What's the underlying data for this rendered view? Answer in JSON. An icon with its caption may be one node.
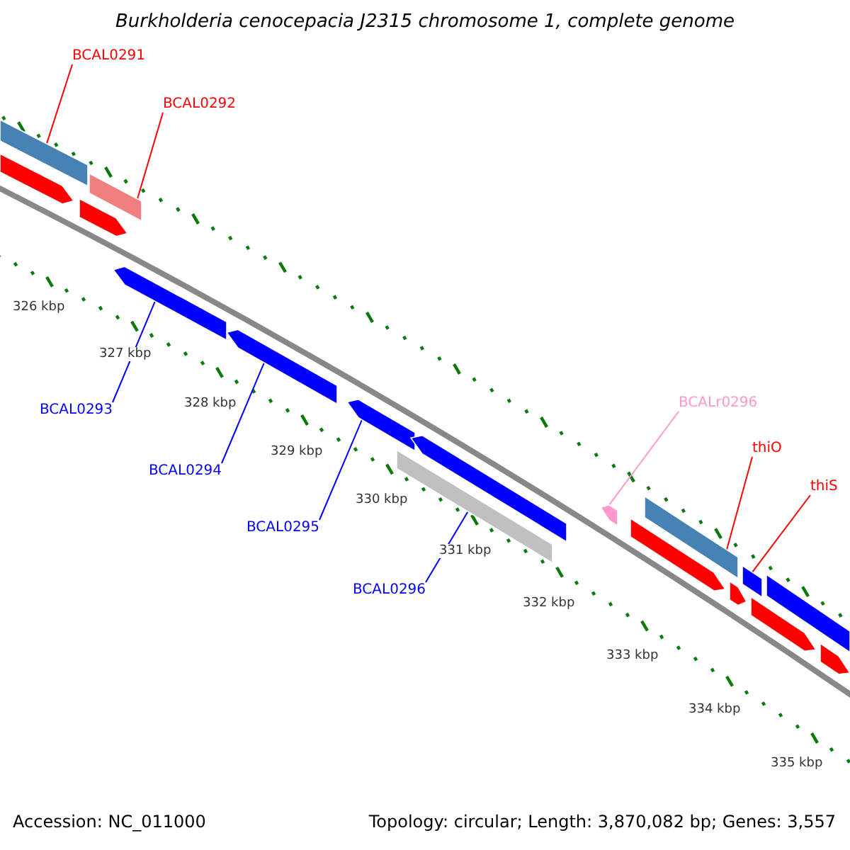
{
  "diagram": {
    "title": "Burkholderia cenocepacia J2315 chromosome 1, complete genome",
    "nodes": [
      {
        "text": [
          "BCAL0291"
        ]
      },
      {
        "text": [
          "BCAL0292"
        ]
      },
      {
        "text": [],
        "shape": "bar"
      },
      {
        "text": [],
        "shape": "bar"
      },
      {
        "text": [],
        "shape": "arrow"
      },
      {
        "text": [],
        "shape": "arrow"
      },
      {
        "text": [],
        "shape": "arrow"
      },
      {
        "text": [],
        "shape": "arrow"
      },
      {
        "text": [
          "BCAL0293"
        ]
      },
      {
        "text": [],
        "shape": "arrow"
      },
      {
        "text": [
          "BCAL0294"
        ]
      },
      {
        "text": [],
        "shape": "arrow"
      },
      {
        "text": [],
        "shape": "bar"
      },
      {
        "text": [
          "BCAL0295"
        ]
      },
      {
        "text": [
          "BCAL0296"
        ]
      },
      {
        "text": [
          "BCALr0296"
        ]
      },
      {
        "text": [],
        "shape": "arrow"
      },
      {
        "text": [
          "thiO"
        ]
      },
      {
        "text": [
          "thiS"
        ]
      },
      {
        "text": [],
        "shape": "bar"
      },
      {
        "text": [],
        "shape": "bar"
      },
      {
        "text": [],
        "shape": "bar"
      },
      {
        "text": [],
        "shape": "arrow"
      },
      {
        "text": [],
        "shape": "arrow"
      },
      {
        "text": [],
        "shape": "arrow"
      },
      {
        "text": [],
        "shape": "arrow"
      }
    ],
    "edges": [
      {
        "from": 0,
        "to": 2,
        "arrow": "none",
        "color": "#ff0000"
      },
      {
        "from": 1,
        "to": 3,
        "arrow": "none",
        "color": "#ff0000"
      },
      {
        "from": 8,
        "to": 6,
        "arrow": "none",
        "color": "#0000ff"
      },
      {
        "from": 10,
        "to": 7,
        "arrow": "none",
        "color": "#0000ff"
      },
      {
        "from": 13,
        "to": 9,
        "arrow": "none",
        "color": "#0000ff"
      },
      {
        "from": 14,
        "to": 12,
        "arrow": "none",
        "color": "#0000ff"
      },
      {
        "from": 15,
        "to": 16,
        "arrow": "none",
        "color": "#ff99cc"
      },
      {
        "from": 17,
        "to": 19,
        "arrow": "none",
        "color": "#ff0000"
      },
      {
        "from": 18,
        "to": 20,
        "arrow": "none",
        "color": "#ff0000"
      }
    ],
    "labels": [
      "326 kbp",
      "327 kbp",
      "328 kbp",
      "329 kbp",
      "330 kbp",
      "331 kbp",
      "332 kbp",
      "333 kbp",
      "334 kbp",
      "335 kbp",
      "Accession: NC_011000",
      "Topology: circular; Length: 3,870,082 bp; Genes: 3,557"
    ]
  }
}
